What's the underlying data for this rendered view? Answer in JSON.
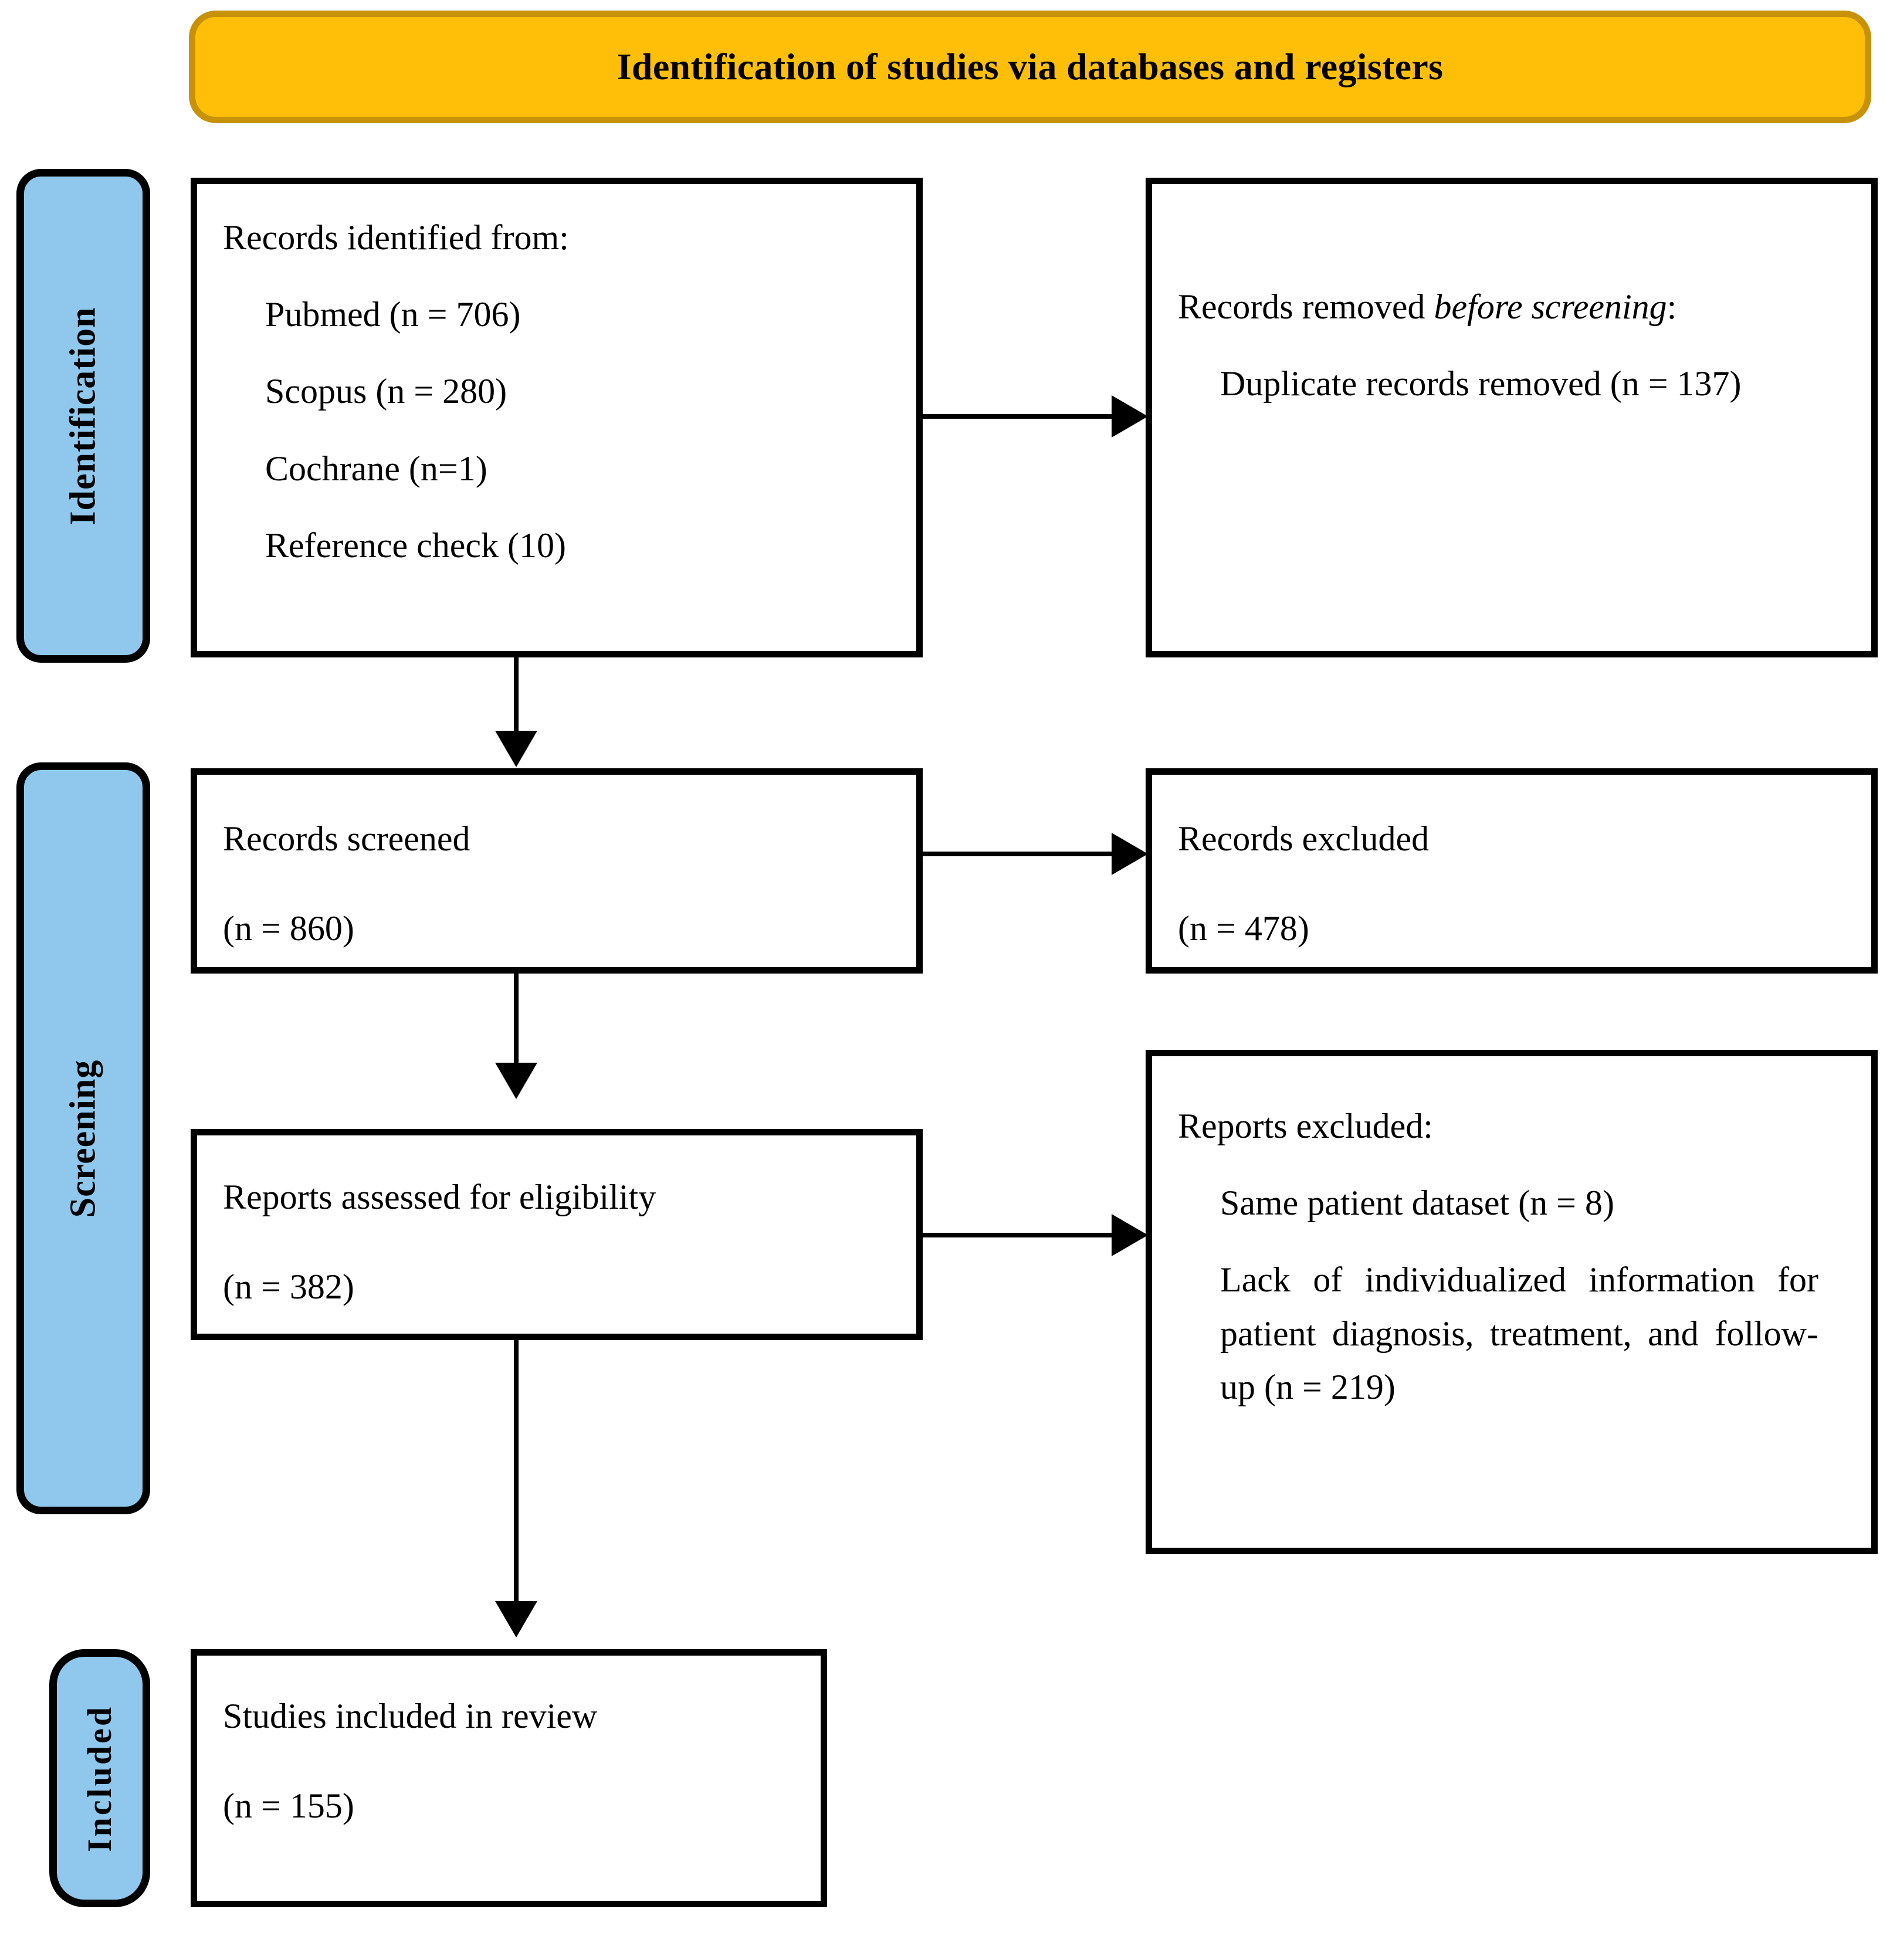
{
  "header": {
    "title": "Identification of studies via databases and registers"
  },
  "stages": [
    {
      "key": "identification",
      "label": "Identification"
    },
    {
      "key": "screening",
      "label": "Screening"
    },
    {
      "key": "included",
      "label": "Included"
    }
  ],
  "boxes": {
    "records_identified": {
      "heading": "Records identified from:",
      "sources": [
        "Pubmed (n = 706)",
        "Scopus (n = 280)",
        "Cochrane (n=1)",
        "Reference check (10)"
      ]
    },
    "records_removed": {
      "heading_prefix": "Records removed ",
      "heading_italic": "before screening",
      "heading_suffix": ":",
      "detail": "Duplicate records removed (n = 137)"
    },
    "records_screened": {
      "label": "Records screened",
      "count": "(n = 860)"
    },
    "records_excluded": {
      "label": "Records excluded",
      "count": "(n = 478)"
    },
    "reports_assessed": {
      "label": "Reports assessed for eligibility",
      "count": "(n = 382)"
    },
    "reports_excluded": {
      "heading": "Reports excluded:",
      "reasons": [
        "Same patient dataset (n = 8)",
        "Lack of individualized information for patient diagnosis, treatment, and follow-up (n = 219)"
      ]
    },
    "studies_included": {
      "label": "Studies included in review",
      "count": "(n = 155)"
    }
  },
  "colors": {
    "banner_fill": "#FFBF08",
    "banner_border": "#C79208",
    "stage_tab_fill": "#8FC8EC",
    "line": "#000000"
  }
}
